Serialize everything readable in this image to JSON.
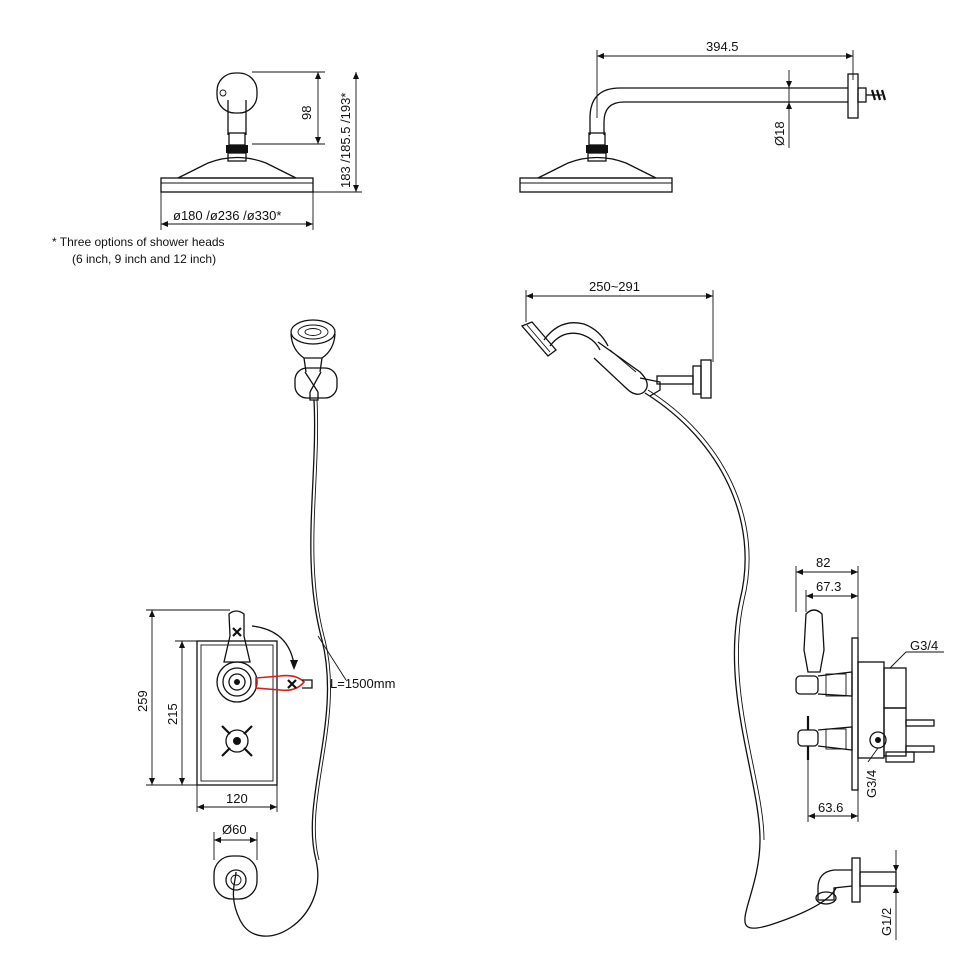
{
  "dimensions": {
    "head_height_98": "98",
    "head_total_height": "183 /185.5 /193*",
    "head_diameters": "ø180 /ø236 /ø330*",
    "arm_length": "394.5",
    "arm_diameter": "Ø18",
    "handset_reach": "250~291",
    "hose_length": "L=1500mm",
    "plate_height": "259",
    "plate_inner_height": "215",
    "plate_width": "120",
    "outlet_diameter": "Ø60",
    "valve_depth": "82",
    "valve_depth_inner": "67.3",
    "inlet_top": "G3/4",
    "inlet_bottom": "G3/4",
    "valve_bottom_depth": "63.6",
    "outlet_thread": "G1/2"
  },
  "notes": {
    "line1": "* Three options of shower heads",
    "line2": "(6 inch, 9 inch and 12 inch)"
  }
}
